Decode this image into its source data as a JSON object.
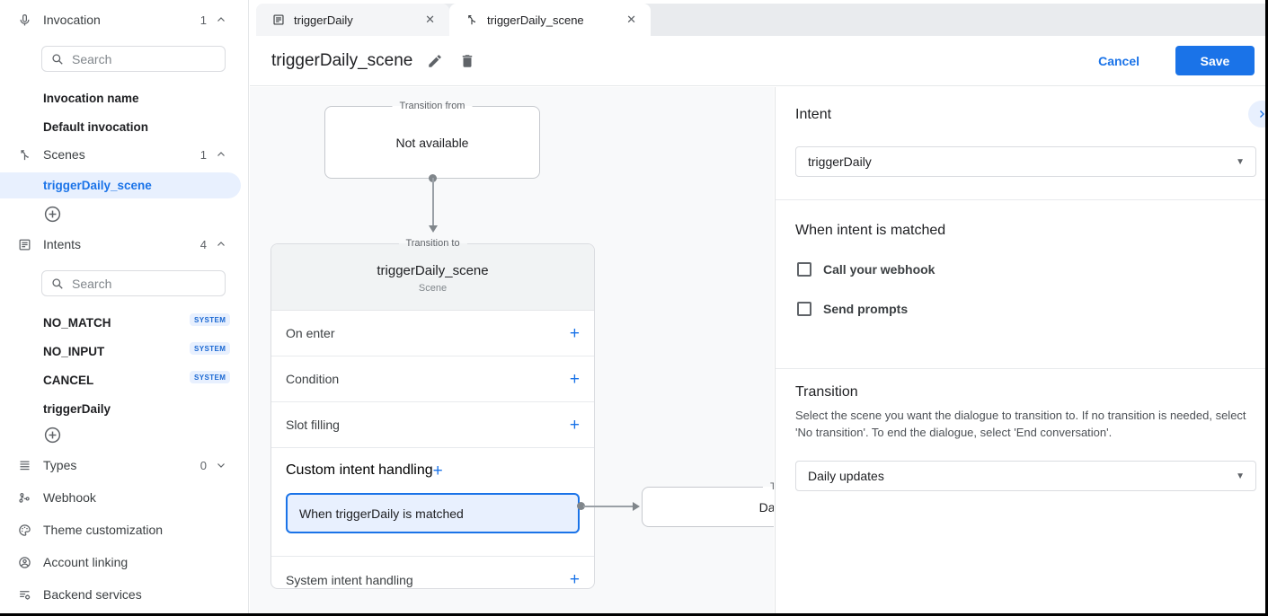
{
  "sidebar": {
    "invocation": {
      "label": "Invocation",
      "count": "1",
      "search_placeholder": "Search",
      "items": [
        "Invocation name",
        "Default invocation"
      ]
    },
    "scenes": {
      "label": "Scenes",
      "count": "1",
      "selected_item": "triggerDaily_scene"
    },
    "intents": {
      "label": "Intents",
      "count": "4",
      "search_placeholder": "Search",
      "items": [
        {
          "name": "NO_MATCH",
          "badge": "SYSTEM"
        },
        {
          "name": "NO_INPUT",
          "badge": "SYSTEM"
        },
        {
          "name": "CANCEL",
          "badge": "SYSTEM"
        },
        {
          "name": "triggerDaily",
          "badge": ""
        }
      ]
    },
    "types": {
      "label": "Types",
      "count": "0"
    },
    "links": {
      "webhook": "Webhook",
      "theme": "Theme customization",
      "account": "Account linking",
      "backend": "Backend services"
    }
  },
  "tabs": [
    {
      "label": "triggerDaily"
    },
    {
      "label": "triggerDaily_scene"
    }
  ],
  "header": {
    "title": "triggerDaily_scene",
    "cancel_label": "Cancel",
    "save_label": "Save"
  },
  "canvas": {
    "transition_from": {
      "legend": "Transition from",
      "text": "Not available"
    },
    "scene_card": {
      "legend": "Transition to",
      "title": "triggerDaily_scene",
      "subtitle": "Scene",
      "rows": [
        "On enter",
        "Condition",
        "Slot filling",
        "Custom intent handling",
        "System intent handling"
      ],
      "plus": "+",
      "selected_handler": "When triggerDaily is matched"
    },
    "target_card": {
      "legend": "Transition to",
      "text": "Daily updates"
    }
  },
  "panel": {
    "intent": {
      "heading": "Intent",
      "value": "triggerDaily"
    },
    "matched": {
      "heading": "When intent is matched",
      "checkboxes": [
        "Call your webhook",
        "Send prompts"
      ]
    },
    "transition": {
      "heading": "Transition",
      "description": "Select the scene you want the dialogue to transition to. If no transition is needed, select 'No transition'. To end the dialogue, select 'End conversation'.",
      "value": "Daily updates"
    }
  },
  "colors": {
    "accent": "#1a73e8",
    "selection_bg": "#e8f0fe",
    "canvas_bg": "#f8f9fa"
  }
}
